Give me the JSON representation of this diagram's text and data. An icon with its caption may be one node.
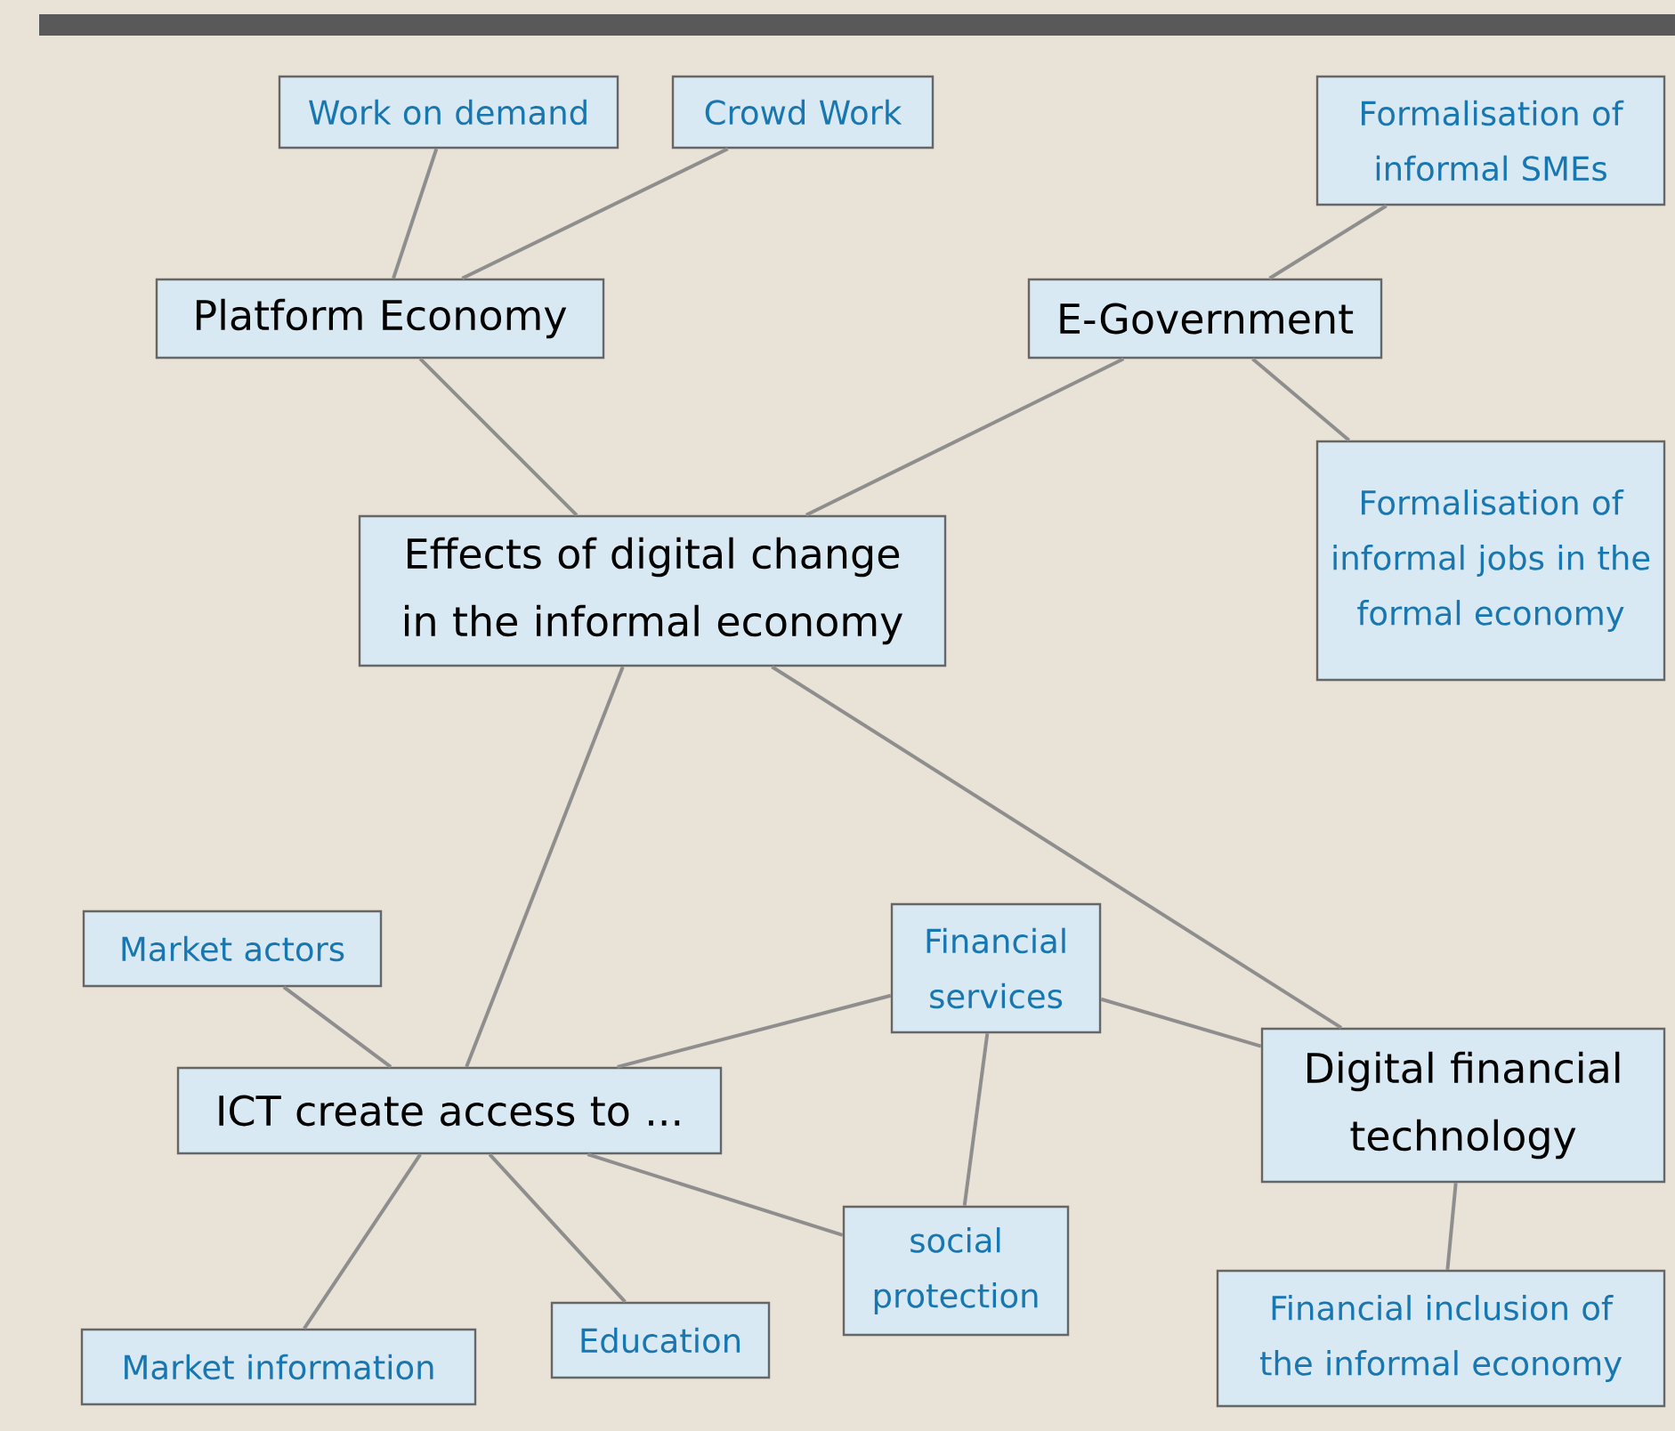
{
  "diagram": {
    "nodes": [
      {
        "text": [
          "Work on demand"
        ]
      },
      {
        "text": [
          "Crowd Work"
        ]
      },
      {
        "text": [
          "Formalisation of informal SMEs"
        ]
      },
      {
        "text": [
          "Platform Economy"
        ]
      },
      {
        "text": [
          "E-Government"
        ]
      },
      {
        "text": [
          "Effects of digital change in the informal economy"
        ]
      },
      {
        "text": [
          "Formalisation of informal jobs in the formal economy"
        ]
      },
      {
        "text": [
          "Market actors"
        ]
      },
      {
        "text": [
          "Financial services"
        ]
      },
      {
        "text": [
          "ICT create access to ..."
        ]
      },
      {
        "text": [
          "Digital financial technology"
        ]
      },
      {
        "text": [
          "social protection"
        ]
      },
      {
        "text": [
          "Education"
        ]
      },
      {
        "text": [
          "Market information"
        ]
      },
      {
        "text": [
          "Financial inclusion of the informal economy"
        ]
      }
    ],
    "edges": [
      {
        "from": 0,
        "to": 3,
        "arrow": "none"
      },
      {
        "from": 1,
        "to": 3,
        "arrow": "none"
      },
      {
        "from": 2,
        "to": 4,
        "arrow": "none"
      },
      {
        "from": 3,
        "to": 5,
        "arrow": "none"
      },
      {
        "from": 4,
        "to": 5,
        "arrow": "none"
      },
      {
        "from": 4,
        "to": 6,
        "arrow": "none"
      },
      {
        "from": 5,
        "to": 9,
        "arrow": "none"
      },
      {
        "from": 5,
        "to": 10,
        "arrow": "none"
      },
      {
        "from": 7,
        "to": 9,
        "arrow": "none"
      },
      {
        "from": 8,
        "to": 9,
        "arrow": "none"
      },
      {
        "from": 8,
        "to": 10,
        "arrow": "none"
      },
      {
        "from": 8,
        "to": 11,
        "arrow": "none"
      },
      {
        "from": 9,
        "to": 11,
        "arrow": "none"
      },
      {
        "from": 9,
        "to": 12,
        "arrow": "none"
      },
      {
        "from": 9,
        "to": 13,
        "arrow": "none"
      },
      {
        "from": 10,
        "to": 14,
        "arrow": "none"
      }
    ]
  }
}
